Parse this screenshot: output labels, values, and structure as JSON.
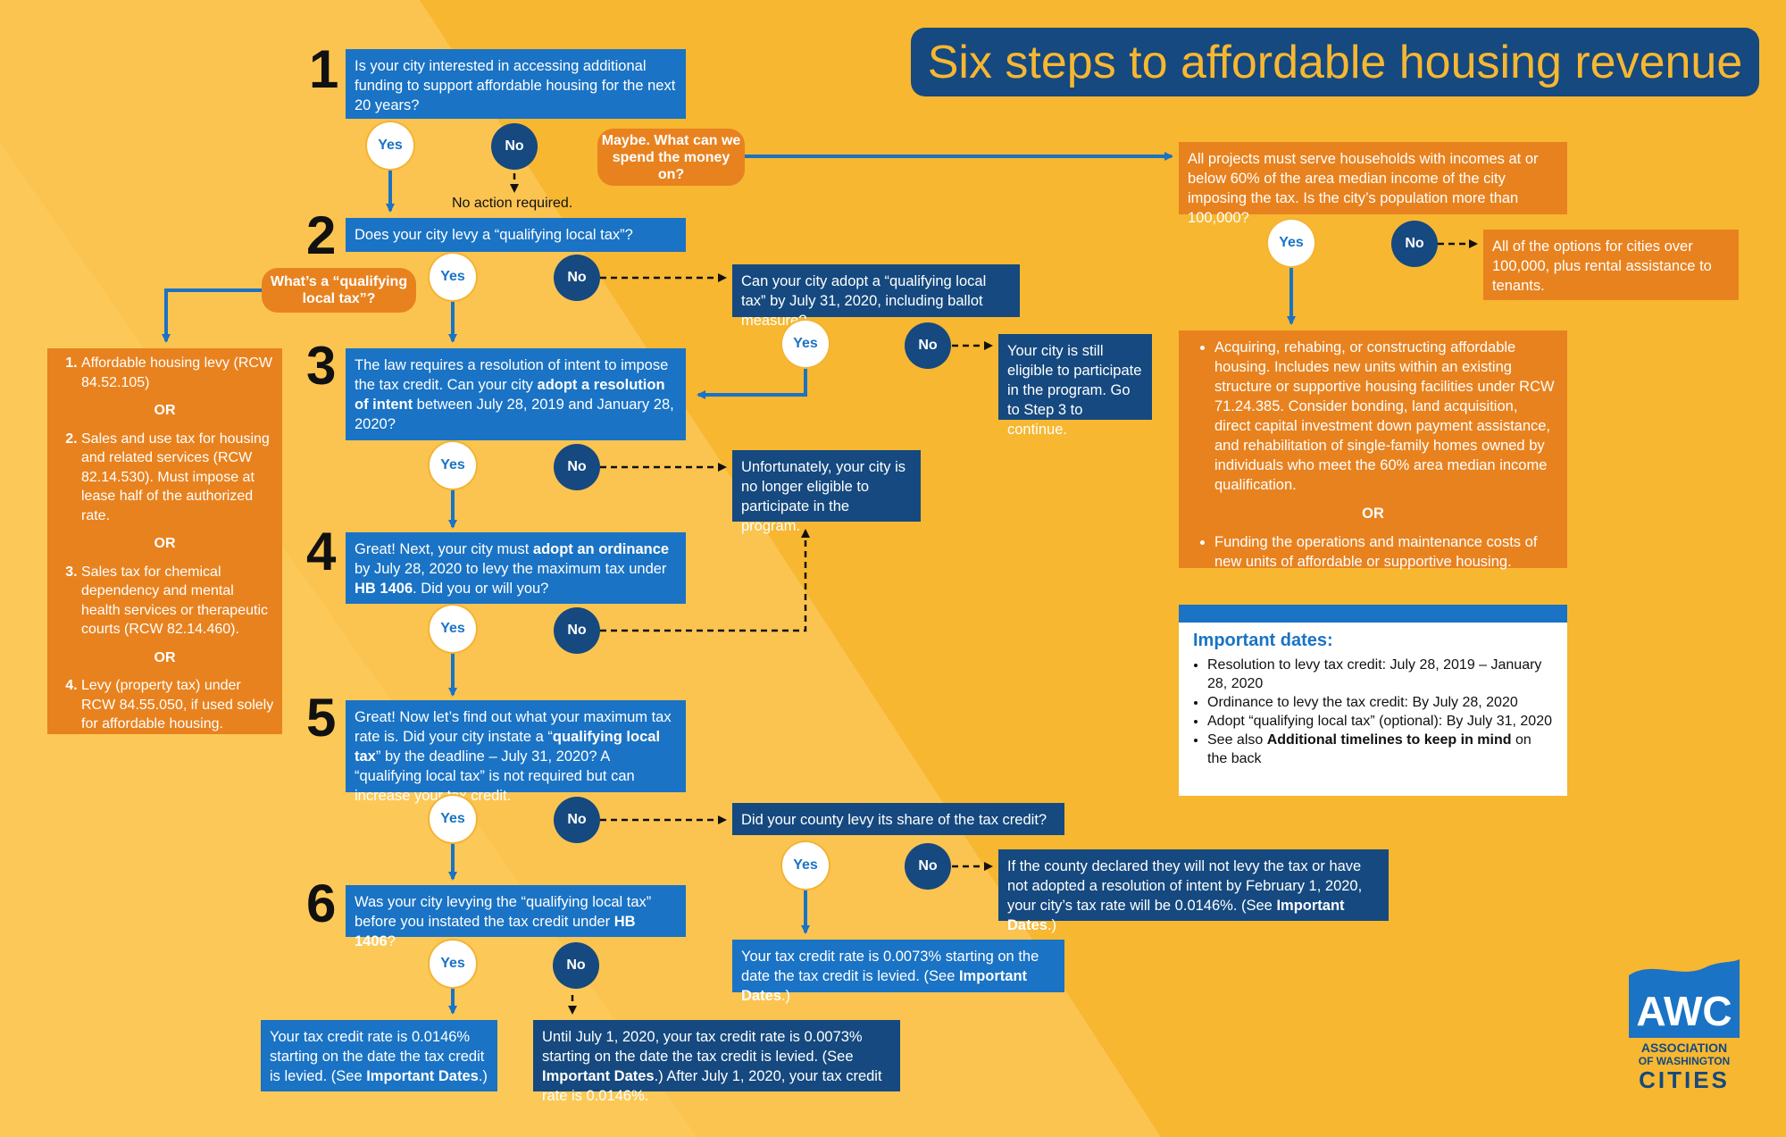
{
  "title": "Six steps to affordable housing revenue",
  "colors": {
    "background": "#f7b731",
    "blue": "#1a73c4",
    "navy": "#15497f",
    "orange": "#e8821f"
  },
  "steps": [
    {
      "num": "1",
      "question": "Is your city interested in accessing additional funding to support affordable housing for the next 20 years?"
    },
    {
      "num": "2",
      "question": "Does your city levy a “qualifying local tax”?"
    },
    {
      "num": "3",
      "question_pre": "The law requires a resolution of intent to impose the tax credit. Can your city ",
      "question_bold": "adopt a resolution of intent",
      "question_post": " between July 28, 2019 and January 28, 2020?"
    },
    {
      "num": "4",
      "question_pre": "Great! Next, your city must ",
      "question_bold": "adopt an ordinance",
      "question_mid": " by July 28, 2020 to levy the maximum tax under ",
      "question_bold2": "HB 1406",
      "question_post": ". Did you or will you?"
    },
    {
      "num": "5",
      "question_pre": "Great! Now let’s find out what your maximum tax rate is. Did your city instate a “",
      "question_bold": "qualifying local tax",
      "question_post": "” by the deadline – July 31, 2020? A “qualifying local tax” is not required but can increase your tax credit."
    },
    {
      "num": "6",
      "question_pre": "Was your city levying the “qualifying local tax” before you instated the tax credit under ",
      "question_bold": "HB 1406",
      "question_post": "?"
    }
  ],
  "labels": {
    "yes": "Yes",
    "no": "No",
    "or": "OR"
  },
  "maybe_pill": "Maybe. What can we spend the money on?",
  "qualifying_pill": "What’s a “qualifying local tax”?",
  "no_action": "No action required.",
  "adopt_qlt": "Can your city adopt a “qualifying local tax” by July 31, 2020, including ballot measure?",
  "still_eligible": "Your city is still eligible to participate in the program. Go to Step 3 to continue.",
  "not_eligible": "Unfortunately, your city is no longer eligible to participate in the program.",
  "county_question": "Did your county levy its share of the tax credit?",
  "county_no": {
    "pre": "If the county declared they will not levy the tax or have not adopted a resolution of intent by February 1, 2020, your city’s tax rate will be 0.0146%. (See ",
    "bold": "Important Dates",
    "post": ".)"
  },
  "county_yes": {
    "pre": "Your tax credit rate is 0.0073% starting on the date the tax credit is levied. (See ",
    "bold": "Important Dates",
    "post": ".)"
  },
  "step6_yes": {
    "pre": "Your tax credit rate is 0.0146% starting on the date the tax credit is levied. (See ",
    "bold": "Important Dates",
    "post": ".)"
  },
  "step6_no": {
    "pre": "Until July 1, 2020, your tax credit rate is 0.0073% starting on the date the tax credit is levied. (See ",
    "bold": "Important Dates",
    "post": ".) After July 1, 2020, your tax credit rate is 0.0146%."
  },
  "qualifying_taxes": [
    "Affordable housing levy (RCW 84.52.105)",
    "Sales and use tax for housing and related services (RCW 82.14.530). Must impose at lease half of the authorized rate.",
    "Sales tax for chemical dependency and mental health services or therapeutic courts (RCW 82.14.460).",
    "Levy (property tax) under RCW 84.55.050, if used solely for affordable housing."
  ],
  "projects_question": "All projects must serve households with incomes at or below 60% of the area median income of the city imposing the tax. Is the city’s population more than 100,000?",
  "over_100k": "All of the options for cities over 100,000, plus rental assistance to tenants.",
  "uses": [
    "Acquiring, rehabing, or constructing affordable housing. Includes new units within an existing structure or supportive housing facilities under RCW 71.24.385. Consider bonding, land acquisition, direct capital investment down payment assistance, and rehabilitation of single-family homes owned by individuals who meet the 60% area median income qualification.",
    "Funding the operations and maintenance costs of new units of affordable or supportive housing."
  ],
  "important_dates": {
    "heading": "Important dates:",
    "items": [
      "Resolution to levy tax credit: July 28, 2019 – January 28, 2020",
      "Ordinance to levy the tax credit: By July 28, 2020",
      "Adopt “qualifying local tax” (optional): By July 31, 2020"
    ],
    "last_pre": "See also ",
    "last_bold": "Additional timelines to keep in mind",
    "last_post": " on the back"
  },
  "logo": {
    "mark": "AWC",
    "line1": "ASSOCIATION",
    "line2": "OF WASHINGTON",
    "line3": "CITIES"
  }
}
